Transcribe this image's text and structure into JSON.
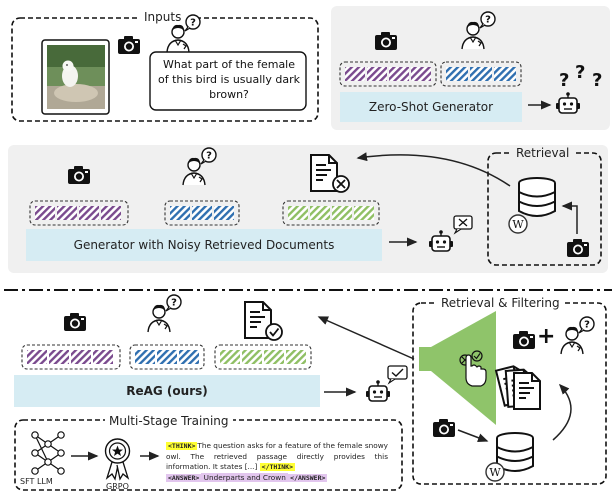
{
  "panels": {
    "inputs": {
      "title": "Inputs",
      "question": "What part of the female of this bird is usually dark brown?"
    },
    "zero_shot": {
      "generator_label": "Zero-Shot Generator"
    },
    "noisy": {
      "retrieval_title": "Retrieval",
      "generator_label": "Generator with Noisy Retrieved Documents"
    },
    "reag": {
      "retrieval_title": "Retrieval & Filtering",
      "generator_label": "ReAG (ours)",
      "plus_sign": "+"
    },
    "training": {
      "title": "Multi-Stage Training",
      "sft_label": "SFT LLM",
      "grpo_label": "GRPO",
      "think_open": "<THINK>",
      "think_text": "The question asks for a feature of the female snowy owl. The retrieved passage directly provides this information. It states [...]",
      "think_close": "</THINK>",
      "answer_open": "<ANSWER>",
      "answer_text": " Underparts and Crown ",
      "answer_close": "</ANSWER>"
    }
  },
  "icons": [
    "camera-icon",
    "user-question-icon",
    "robot-icon",
    "database-icon",
    "wikipedia-icon",
    "document-reject-icon",
    "document-accept-icon",
    "filter-funnel-icon",
    "documents-stack-icon",
    "neural-network-icon",
    "award-badge-icon"
  ],
  "colors": {
    "image_tokens": "#7a4a8e",
    "text_tokens": "#2f6fb0",
    "doc_tokens": "#7fae4f",
    "generator_fill": "#d6ecf3",
    "panel_grey": "#f0f0f0",
    "filter_green": "#8fc46a"
  }
}
